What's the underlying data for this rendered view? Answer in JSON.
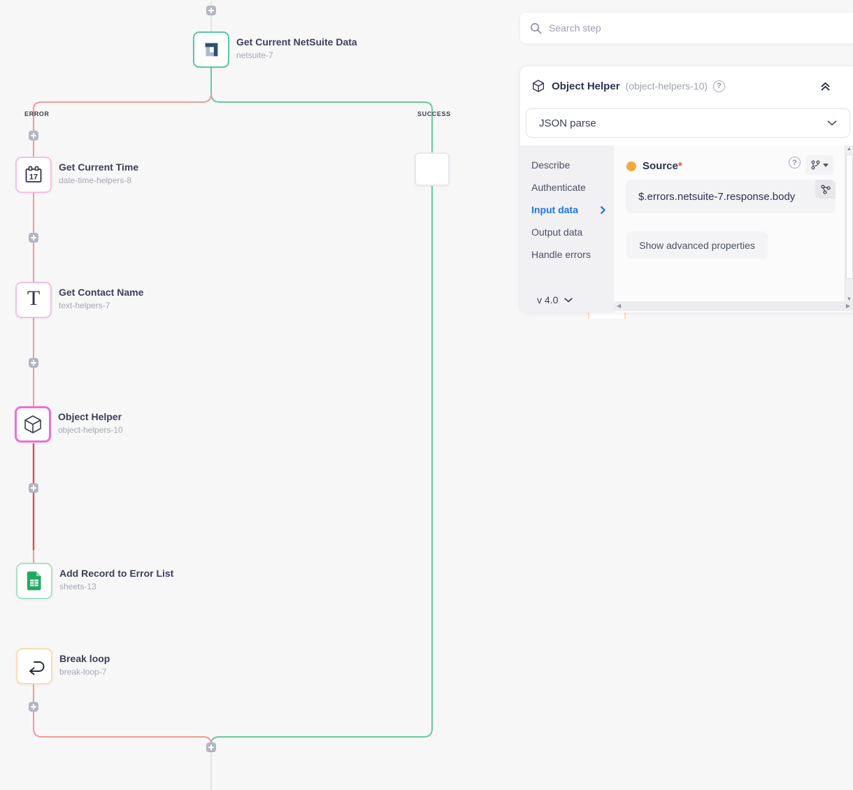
{
  "canvas": {
    "branch_labels": {
      "error": "ERROR",
      "success": "SUCCESS"
    },
    "nodes": [
      {
        "title": "Get Current NetSuite Data",
        "subtitle": "netsuite-7",
        "icon": "netsuite-icon"
      },
      {
        "title": "Get Current Time",
        "subtitle": "date-time-helpers-8",
        "icon": "calendar-icon",
        "icon_day": "17"
      },
      {
        "title": "Get Contact Name",
        "subtitle": "text-helpers-7",
        "icon": "text-icon",
        "icon_letter": "T"
      },
      {
        "title": "Object Helper",
        "subtitle": "object-helpers-10",
        "icon": "cube-icon"
      },
      {
        "title": "Add Record to Error List",
        "subtitle": "sheets-13",
        "icon": "sheets-icon"
      },
      {
        "title": "Break loop",
        "subtitle": "break-loop-7",
        "icon": "break-loop-icon"
      }
    ],
    "colors": {
      "error_line": "#f29a93",
      "error_line_active": "#e8494f",
      "success_line": "#67cb9e",
      "neutral_line": "#e3e3e7",
      "selected_node_border": "#ee6fd5"
    }
  },
  "search": {
    "placeholder": "Search step"
  },
  "panel": {
    "title": "Object Helper",
    "id_label": "(object-helpers-10)",
    "operation": "JSON parse",
    "tabs": [
      {
        "label": "Describe"
      },
      {
        "label": "Authenticate"
      },
      {
        "label": "Input data"
      },
      {
        "label": "Output data"
      },
      {
        "label": "Handle errors"
      }
    ],
    "active_tab": "Input data",
    "version": "v 4.0",
    "source": {
      "label": "Source",
      "required_mark": "*",
      "value": "$.errors.netsuite-7.response.body"
    },
    "advanced_button_label": "Show advanced properties",
    "accent_blue": "#1a73e8",
    "required_dot_color": "#f6a83c"
  }
}
